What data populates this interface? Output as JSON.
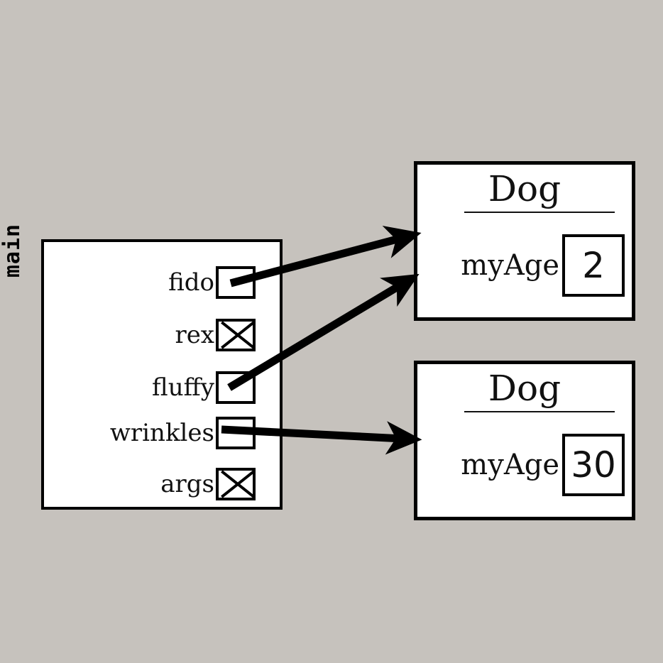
{
  "diagram": {
    "title": "Java object reference memory diagram",
    "background_color": "#c6c2bd",
    "line_color": "#000000",
    "box_fill": "#ffffff"
  },
  "stack": {
    "frame_label": "main",
    "variables": [
      {
        "name": "fido",
        "slot": "reference",
        "target": "dog-1"
      },
      {
        "name": "rex",
        "slot": "null",
        "target": ""
      },
      {
        "name": "fluffy",
        "slot": "reference",
        "target": "dog-1"
      },
      {
        "name": "wrinkles",
        "slot": "reference",
        "target": "dog-2"
      },
      {
        "name": "args",
        "slot": "null",
        "target": ""
      }
    ]
  },
  "heap": {
    "objects": [
      {
        "id": "dog-1",
        "type_name": "Dog",
        "field_name": "myAge",
        "field_value": "2"
      },
      {
        "id": "dog-2",
        "type_name": "Dog",
        "field_name": "myAge",
        "field_value": "30"
      }
    ]
  },
  "arrows": [
    {
      "from": "fido",
      "to": "dog-1"
    },
    {
      "from": "fluffy",
      "to": "dog-1"
    },
    {
      "from": "wrinkles",
      "to": "dog-2"
    }
  ]
}
